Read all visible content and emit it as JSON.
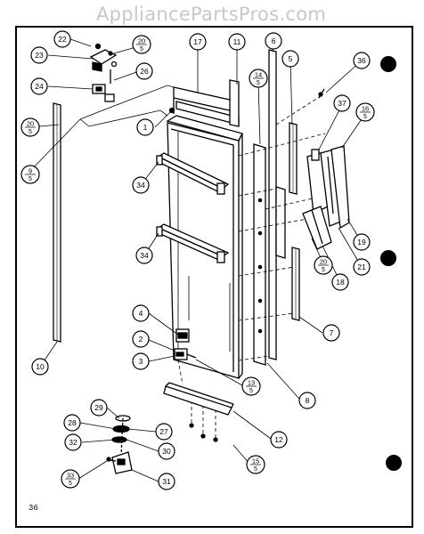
{
  "watermark": "AppliancePartsPros.com",
  "page_number": "36",
  "callouts": [
    {
      "id": "c22",
      "label": "22"
    },
    {
      "id": "c23",
      "label": "23"
    },
    {
      "id": "c20a",
      "label": "20",
      "sub": "5"
    },
    {
      "id": "c26",
      "label": "26"
    },
    {
      "id": "c24",
      "label": "24"
    },
    {
      "id": "c17",
      "label": "17"
    },
    {
      "id": "c11",
      "label": "11"
    },
    {
      "id": "c6",
      "label": "6"
    },
    {
      "id": "c5",
      "label": "5"
    },
    {
      "id": "c36",
      "label": "36"
    },
    {
      "id": "c14",
      "label": "14",
      "sub": "5"
    },
    {
      "id": "c37",
      "label": "37"
    },
    {
      "id": "c16",
      "label": "16",
      "sub": "5"
    },
    {
      "id": "c20b",
      "label": "20",
      "sub": "5"
    },
    {
      "id": "c1",
      "label": "1"
    },
    {
      "id": "c9",
      "label": "9",
      "sub": "5"
    },
    {
      "id": "c34a",
      "label": "34"
    },
    {
      "id": "c34b",
      "label": "34"
    },
    {
      "id": "c19",
      "label": "19"
    },
    {
      "id": "c20c",
      "label": "20",
      "sub": "5"
    },
    {
      "id": "c21",
      "label": "21"
    },
    {
      "id": "c18",
      "label": "18"
    },
    {
      "id": "c4",
      "label": "4"
    },
    {
      "id": "c7",
      "label": "7"
    },
    {
      "id": "c2",
      "label": "2"
    },
    {
      "id": "c3",
      "label": "3"
    },
    {
      "id": "c10",
      "label": "10"
    },
    {
      "id": "c13",
      "label": "13",
      "sub": "5"
    },
    {
      "id": "c8",
      "label": "8"
    },
    {
      "id": "c29",
      "label": "29"
    },
    {
      "id": "c27",
      "label": "27"
    },
    {
      "id": "c12",
      "label": "12"
    },
    {
      "id": "c28",
      "label": "28"
    },
    {
      "id": "c30",
      "label": "30"
    },
    {
      "id": "c32",
      "label": "32"
    },
    {
      "id": "c15",
      "label": "15",
      "sub": "5"
    },
    {
      "id": "c33",
      "label": "33",
      "sub": "5"
    },
    {
      "id": "c31",
      "label": "31"
    }
  ]
}
